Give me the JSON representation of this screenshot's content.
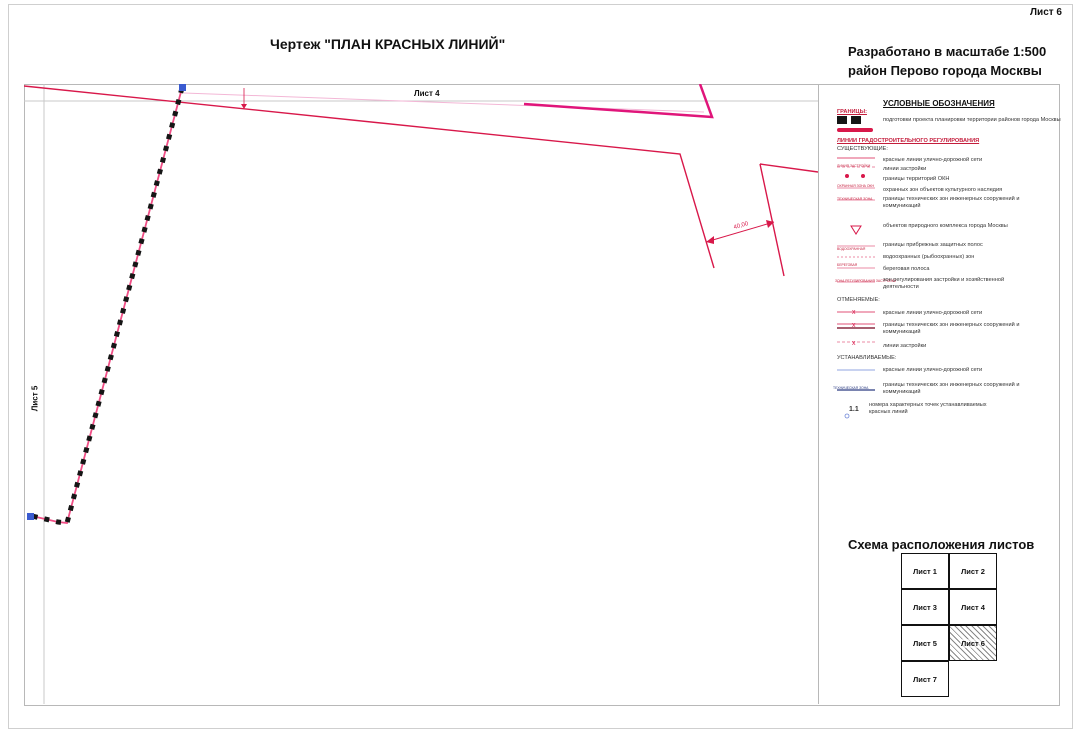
{
  "header": {
    "sheet_number": "Лист 6",
    "title": "Чертеж \"ПЛАН КРАСНЫХ ЛИНИЙ\"",
    "scale_line1": "Разработано в масштабе 1:500",
    "scale_line2": "район Перово города Москвы"
  },
  "map": {
    "adjacent_top": "Лист 4",
    "adjacent_left": "Лист 5",
    "dimension_label": "40,00",
    "colors": {
      "red_line": "#d8184a",
      "pink_line": "#e0157a",
      "boundary_dot": "#151515",
      "endpoint": "#3a5bd0"
    }
  },
  "legend": {
    "title": "УСЛОВНЫЕ ОБОЗНАЧЕНИЯ",
    "boundaries_header": "ГРАНИЦЫ:",
    "boundary_item": "подготовки проекта планировки территории районов города Москвы",
    "regulation_header": "ЛИНИИ ГРАДОСТРОИТЕЛЬНОГО РЕГУЛИРОВАНИЯ",
    "existing_header": "СУЩЕСТВУЮЩИЕ:",
    "existing": [
      "красные линии улично-дорожной сети",
      "линии застройки",
      "границы территорий ОКН",
      "охранных зон объектов культурного наследия",
      "границы технических зон инженерных сооружений и коммуникаций",
      "объектов природного комплекса города Москвы",
      "границы прибрежных защитных полос",
      "водоохранных (рыбоохранных) зон",
      "береговая полоса",
      "зон регулирования застройки и хозяйственной деятельности"
    ],
    "swatch_labels": [
      "ЛИНИЯ ЗАСТРОЙКИ",
      "ОХРАННАЯ ЗОНА ОКН",
      "ТЕХНИЧЕСКАЯ ЗОНА",
      "ВОДООХРАННАЯ",
      "БЕРЕГОВАЯ",
      "ЗОНА РЕГУЛИРОВАНИЯ ЗАСТРОЙКИ"
    ],
    "cancelled_header": "ОТМЕНЯЕМЫЕ:",
    "cancelled": [
      "красные линии улично-дорожной сети",
      "границы технических зон инженерных сооружений и коммуникаций",
      "линии застройки"
    ],
    "established_header": "УСТАНАВЛИВАЕМЫЕ:",
    "established": [
      "красные линии улично-дорожной сети",
      "границы технических зон инженерных сооружений и коммуникаций",
      "номера характерных точек устанавливаемых красных линий"
    ],
    "tech_zone_label": "ТЕХНИЧЕСКАЯ ЗОНА",
    "point_number": "1.1"
  },
  "scheme": {
    "title": "Схема расположения листов",
    "sheets": [
      "Лист 1",
      "Лист 2",
      "Лист 3",
      "Лист 4",
      "Лист 5",
      "Лист 6",
      "Лист 7"
    ],
    "active_sheet": "Лист 6"
  }
}
